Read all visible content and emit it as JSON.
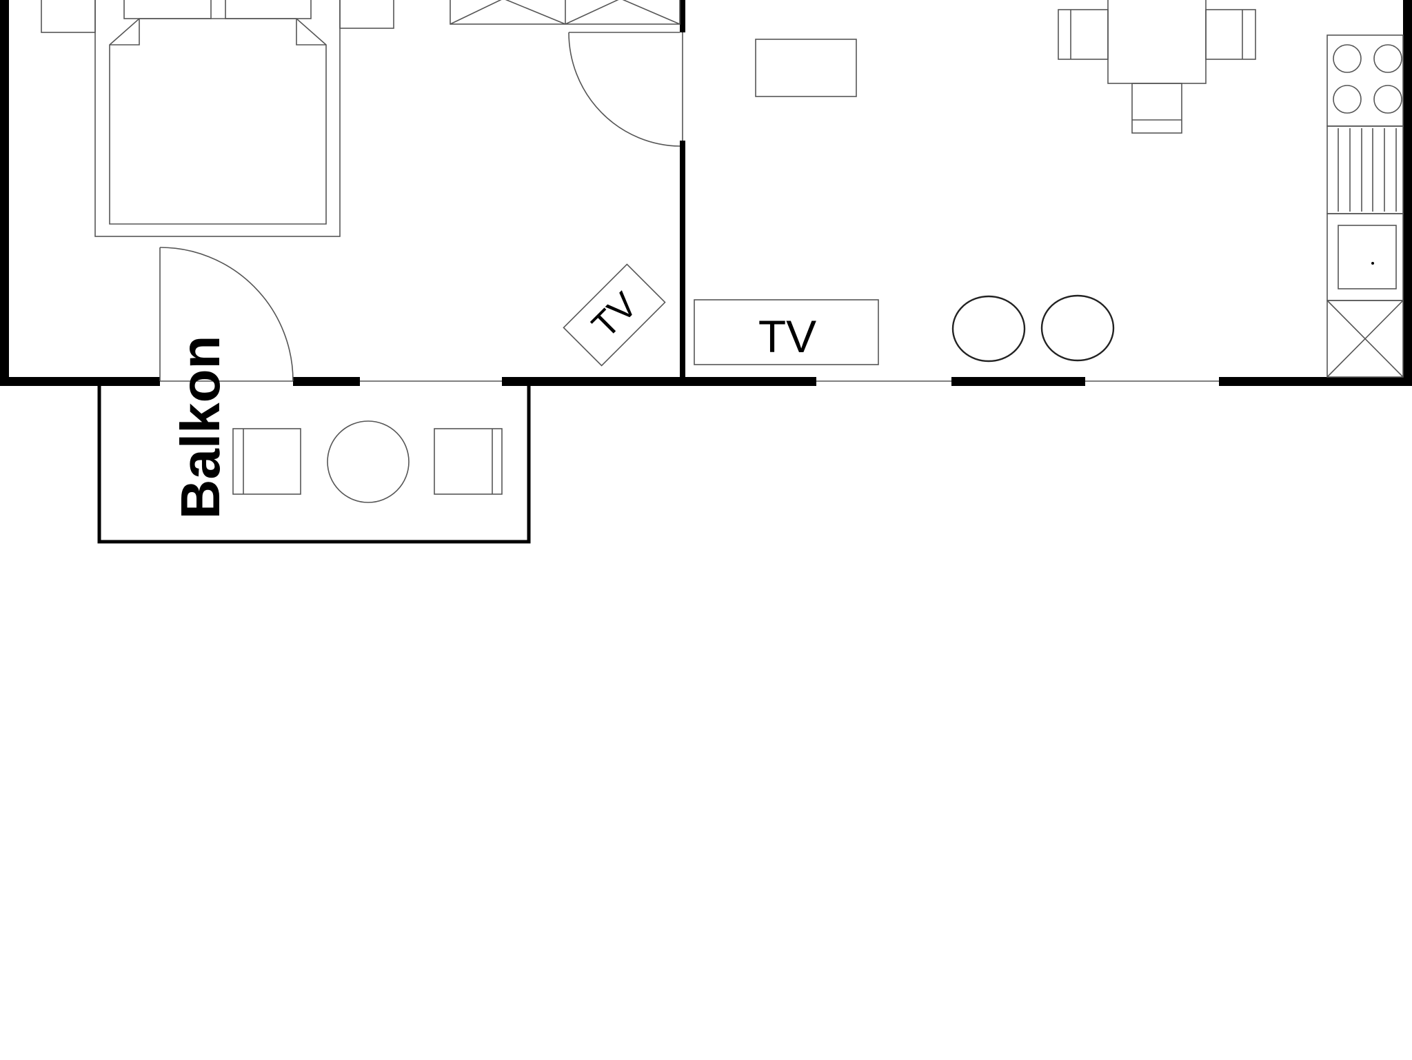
{
  "plan": {
    "labels": {
      "balcony": "Balkon",
      "tv_bedroom": "TV",
      "tv_living": "TV"
    },
    "colors": {
      "wall": "#000000",
      "furniture_line": "#555555",
      "background": "#ffffff"
    }
  }
}
